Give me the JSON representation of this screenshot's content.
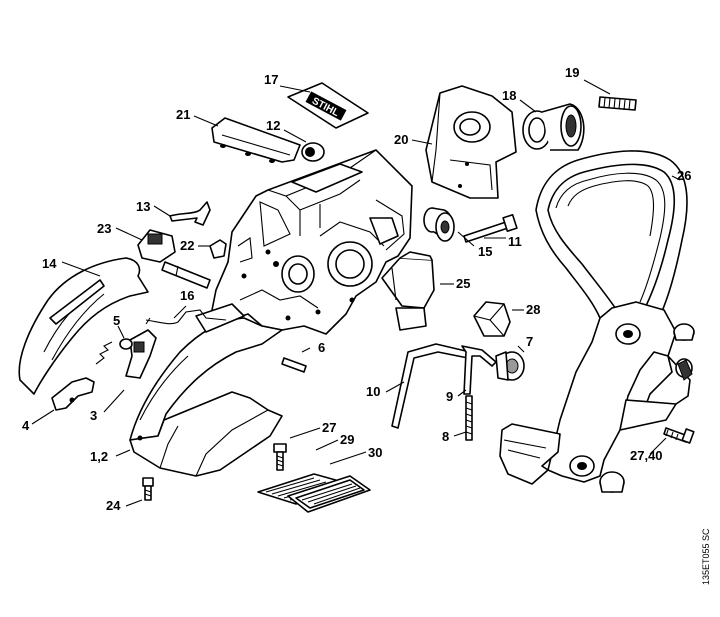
{
  "diagram": {
    "drawing_code": "135ET055 SC",
    "brand_mark": "STIHL",
    "callouts": [
      {
        "id": "c17",
        "text": "17"
      },
      {
        "id": "c19",
        "text": "19"
      },
      {
        "id": "c18",
        "text": "18"
      },
      {
        "id": "c21",
        "text": "21"
      },
      {
        "id": "c12",
        "text": "12"
      },
      {
        "id": "c20",
        "text": "20"
      },
      {
        "id": "c26",
        "text": "26"
      },
      {
        "id": "c13",
        "text": "13"
      },
      {
        "id": "c23",
        "text": "23"
      },
      {
        "id": "c22",
        "text": "22"
      },
      {
        "id": "c11",
        "text": "11"
      },
      {
        "id": "c15",
        "text": "15"
      },
      {
        "id": "c14",
        "text": "14"
      },
      {
        "id": "c25",
        "text": "25"
      },
      {
        "id": "c16",
        "text": "16"
      },
      {
        "id": "c28",
        "text": "28"
      },
      {
        "id": "c5",
        "text": "5"
      },
      {
        "id": "c7",
        "text": "7"
      },
      {
        "id": "c6",
        "text": "6"
      },
      {
        "id": "c10",
        "text": "10"
      },
      {
        "id": "c9",
        "text": "9"
      },
      {
        "id": "c4",
        "text": "4"
      },
      {
        "id": "c3",
        "text": "3"
      },
      {
        "id": "c8",
        "text": "8"
      },
      {
        "id": "c27",
        "text": "27"
      },
      {
        "id": "c29",
        "text": "29"
      },
      {
        "id": "c30",
        "text": "30"
      },
      {
        "id": "c12b",
        "text": "1,2"
      },
      {
        "id": "c2740",
        "text": "27,40"
      },
      {
        "id": "c24",
        "text": "24"
      }
    ]
  }
}
